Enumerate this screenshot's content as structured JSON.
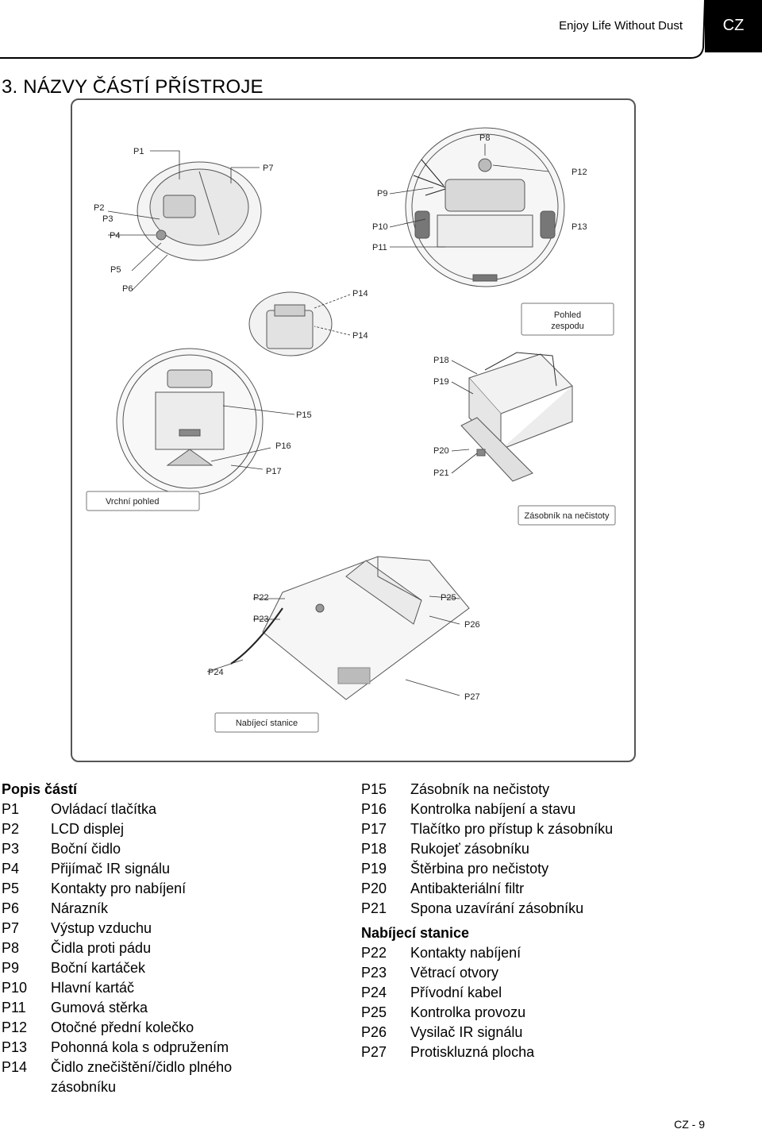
{
  "header": {
    "tagline": "Enjoy Life Without Dust",
    "lang_tab": "CZ"
  },
  "title": "3. NÁZVY ČÁSTÍ PŘÍSTROJE",
  "figure": {
    "labels": {
      "p1": "P1",
      "p2": "P2",
      "p3": "P3",
      "p4": "P4",
      "p5": "P5",
      "p6": "P6",
      "p7": "P7",
      "p8": "P8",
      "p9": "P9",
      "p10": "P10",
      "p11": "P11",
      "p12": "P12",
      "p13": "P13",
      "p14a": "P14",
      "p14b": "P14",
      "p15": "P15",
      "p16": "P16",
      "p17": "P17",
      "p18": "P18",
      "p19": "P19",
      "p20": "P20",
      "p21": "P21",
      "p22": "P22",
      "p23": "P23",
      "p24": "P24",
      "p25": "P25",
      "p26": "P26",
      "p27": "P27"
    },
    "captions": {
      "bottom_view_line1": "Pohled",
      "bottom_view_line2": "zespodu",
      "top_view": "Vrchní pohled",
      "bin": "Zásobník na nečistoty",
      "station": "Nabíjecí stanice"
    }
  },
  "parts_left": {
    "heading": "Popis částí",
    "items": [
      {
        "code": "P1",
        "name": "Ovládací tlačítka"
      },
      {
        "code": "P2",
        "name": "LCD displej"
      },
      {
        "code": "P3",
        "name": "Boční čidlo"
      },
      {
        "code": "P4",
        "name": "Přijímač IR signálu"
      },
      {
        "code": "P5",
        "name": "Kontakty pro nabíjení"
      },
      {
        "code": "P6",
        "name": "Nárazník"
      },
      {
        "code": "P7",
        "name": "Výstup vzduchu"
      },
      {
        "code": "P8",
        "name": "Čidla proti pádu"
      },
      {
        "code": "P9",
        "name": "Boční kartáček"
      },
      {
        "code": "P10",
        "name": "Hlavní kartáč"
      },
      {
        "code": "P11",
        "name": "Gumová stěrka"
      },
      {
        "code": "P12",
        "name": "Otočné přední kolečko"
      },
      {
        "code": "P13",
        "name": "Pohonná kola s odpružením"
      },
      {
        "code": "P14",
        "name": "Čidlo znečištění/čidlo plného"
      }
    ],
    "p14_continuation": "zásobníku"
  },
  "parts_right": {
    "items": [
      {
        "code": "P15",
        "name": "Zásobník na nečistoty"
      },
      {
        "code": "P16",
        "name": "Kontrolka nabíjení a stavu"
      },
      {
        "code": "P17",
        "name": "Tlačítko pro přístup k zásobníku"
      },
      {
        "code": "P18",
        "name": "Rukojeť zásobníku"
      },
      {
        "code": "P19",
        "name": "Štěrbina pro nečistoty"
      },
      {
        "code": "P20",
        "name": "Antibakteriální filtr"
      },
      {
        "code": "P21",
        "name": "Spona uzavírání zásobníku"
      }
    ],
    "station_heading": "Nabíjecí stanice",
    "station_items": [
      {
        "code": "P22",
        "name": "Kontakty nabíjení"
      },
      {
        "code": "P23",
        "name": "Větrací otvory"
      },
      {
        "code": "P24",
        "name": "Přívodní kabel"
      },
      {
        "code": "P25",
        "name": "Kontrolka provozu"
      },
      {
        "code": "P26",
        "name": "Vysilač IR signálu"
      },
      {
        "code": "P27",
        "name": "Protiskluzná plocha"
      }
    ]
  },
  "page_number": "CZ - 9"
}
